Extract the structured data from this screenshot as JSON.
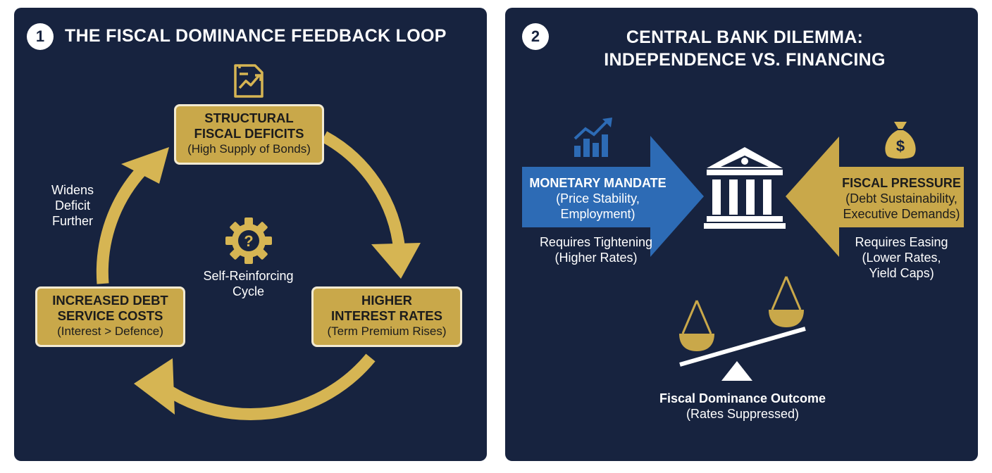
{
  "colors": {
    "panel_bg": "#17233f",
    "gold": "#c9a84a",
    "blue": "#2d6bb5",
    "white": "#ffffff"
  },
  "panel1": {
    "number": "1",
    "title": "THE FISCAL DOMINANCE FEEDBACK LOOP",
    "top_icon": "document-chart-icon",
    "center_icon": "gear-question-icon",
    "center_label": [
      "Self-Reinforcing",
      "Cycle"
    ],
    "side_label": [
      "Widens",
      "Deficit",
      "Further"
    ],
    "boxes": {
      "top": {
        "lines": [
          "STRUCTURAL",
          "FISCAL DEFICITS"
        ],
        "sub": "(High Supply of Bonds)"
      },
      "right": {
        "lines": [
          "HIGHER",
          "INTEREST RATES"
        ],
        "sub": "(Term Premium Rises)"
      },
      "left": {
        "lines": [
          "INCREASED DEBT",
          "SERVICE COSTS"
        ],
        "sub": "(Interest > Defence)"
      }
    }
  },
  "panel2": {
    "number": "2",
    "title": [
      "CENTRAL BANK DILEMMA:",
      "INDEPENDENCE VS. FINANCING"
    ],
    "monetary": {
      "icon": "bar-chart-growth-icon",
      "title": "MONETARY MANDATE",
      "sub": [
        "(Price Stability,",
        "Employment)"
      ],
      "requires": [
        "Requires Tightening",
        "(Higher Rates)"
      ]
    },
    "center_icon": "bank-building-icon",
    "fiscal": {
      "icon": "money-bag-icon",
      "title": "FISCAL PRESSURE",
      "sub": [
        "(Debt Sustainability,",
        "Executive Demands)"
      ],
      "requires": [
        "Requires Easing",
        "(Lower Rates,",
        "Yield Caps)"
      ]
    },
    "scale_icon": "balance-scale-icon",
    "outcome": {
      "title": "Fiscal Dominance Outcome",
      "sub": "(Rates Suppressed)"
    }
  }
}
